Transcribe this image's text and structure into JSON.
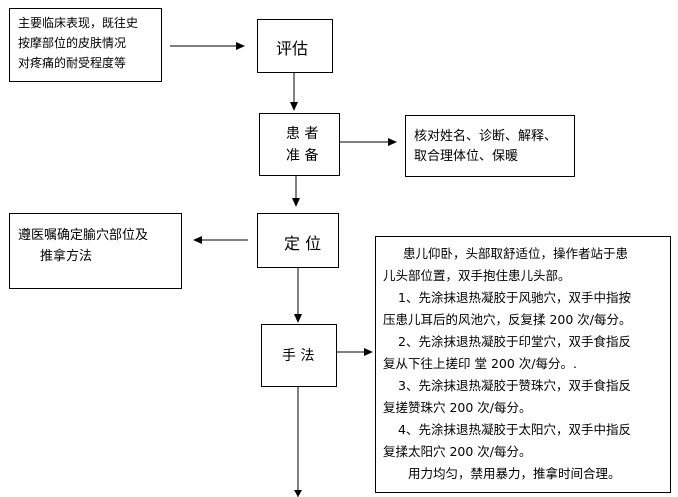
{
  "context_box": {
    "lines": [
      "主要临床表现，既往史",
      "按摩部位的皮肤情况",
      "对疼痛的耐受程度等"
    ]
  },
  "assess": {
    "label": "评估"
  },
  "patient": {
    "line1": "患 者",
    "line2": "准 备"
  },
  "check_box": {
    "lines": [
      "核对姓名、诊断、解释、",
      "取合理体位、保暖"
    ]
  },
  "locate": {
    "label": "定 位"
  },
  "order_box": {
    "lines": [
      "遵医嘱确定腧穴部位及",
      "推拿方法"
    ]
  },
  "method": {
    "label": "手 法"
  },
  "method_box": {
    "lines": [
      "患儿仰卧，头部取舒适位，操作者站于患",
      "儿头部位置，双手抱住患儿头部。",
      "1、先涂抹退热凝胶于风驰穴，双手中指按",
      "压患儿耳后的风池穴，反复揉 200 次/每分。",
      "2、先涂抹退热凝胶于印堂穴，双手食指反",
      "复从下往上搓印  堂 200 次/每分。.",
      "3、先涂抹退热凝胶于赞珠穴，双手食指反",
      "复搓赞珠穴 200 次/每分。",
      "4、先涂抹退热凝胶于太阳穴，双手中指反",
      "复揉太阳穴 200 次/每分。",
      "用力均匀，禁用暴力，推拿时间合理。"
    ]
  }
}
